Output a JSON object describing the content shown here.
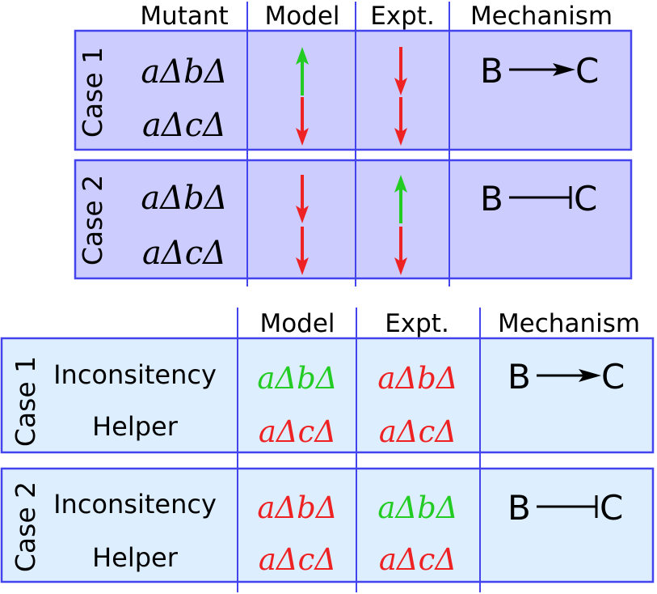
{
  "colors": {
    "top_panel_fill": "#ccccff",
    "bottom_panel_fill": "#ddeeff",
    "border": "#4444ee",
    "up_arrow": "#22cc22",
    "down_arrow": "#ee2222",
    "text": "#000000"
  },
  "top_table": {
    "headers": {
      "mutant": "Mutant",
      "model": "Model",
      "expt": "Expt.",
      "mechanism": "Mechanism"
    },
    "cases": [
      {
        "label": "Case 1",
        "rows": [
          {
            "mutant": "aΔbΔ",
            "model_arrow": "up",
            "expt_arrow": "down"
          },
          {
            "mutant": "aΔcΔ",
            "model_arrow": "down",
            "expt_arrow": "down"
          }
        ],
        "mechanism": {
          "left": "B",
          "right": "C",
          "type": "activation-arrow"
        }
      },
      {
        "label": "Case 2",
        "rows": [
          {
            "mutant": "aΔbΔ",
            "model_arrow": "down",
            "expt_arrow": "up"
          },
          {
            "mutant": "aΔcΔ",
            "model_arrow": "down",
            "expt_arrow": "down"
          }
        ],
        "mechanism": {
          "left": "B",
          "right": "C",
          "type": "inhibition-bar"
        }
      }
    ]
  },
  "bottom_table": {
    "headers": {
      "model": "Model",
      "expt": "Expt.",
      "mechanism": "Mechanism"
    },
    "cases": [
      {
        "label": "Case 1",
        "rows": [
          {
            "label": "Inconsitency",
            "model": {
              "text": "aΔbΔ",
              "color": "green"
            },
            "expt": {
              "text": "aΔbΔ",
              "color": "red"
            }
          },
          {
            "label": "Helper",
            "model": {
              "text": "aΔcΔ",
              "color": "red"
            },
            "expt": {
              "text": "aΔcΔ",
              "color": "red"
            }
          }
        ],
        "mechanism": {
          "left": "B",
          "right": "C",
          "type": "activation-arrow"
        }
      },
      {
        "label": "Case 2",
        "rows": [
          {
            "label": "Inconsitency",
            "model": {
              "text": "aΔbΔ",
              "color": "red"
            },
            "expt": {
              "text": "aΔbΔ",
              "color": "green"
            }
          },
          {
            "label": "Helper",
            "model": {
              "text": "aΔcΔ",
              "color": "red"
            },
            "expt": {
              "text": "aΔcΔ",
              "color": "red"
            }
          }
        ],
        "mechanism": {
          "left": "B",
          "right": "C",
          "type": "inhibition-bar"
        }
      }
    ]
  }
}
